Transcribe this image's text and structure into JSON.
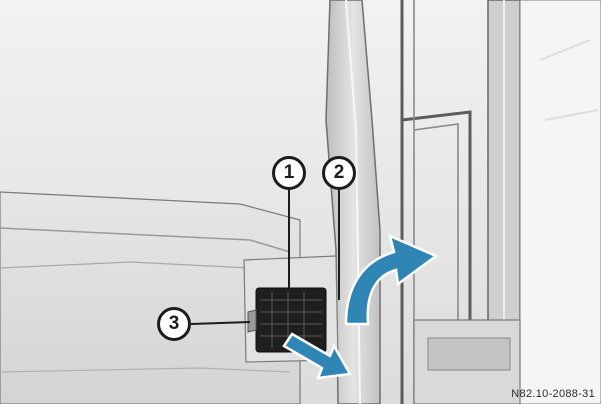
{
  "callouts": [
    {
      "number": "1",
      "target": "fuse-panel"
    },
    {
      "number": "2",
      "target": "cover-edge"
    },
    {
      "number": "3",
      "target": "release-tab"
    }
  ],
  "reference_code": "N82.10-2088-31",
  "colors": {
    "arrow": "#2f86b5",
    "arrow_outline": "#ffffff",
    "background": "#ececec",
    "line_art": "#3c3c3c",
    "fuse_block": "#1f1f1f"
  },
  "arrows": [
    {
      "name": "swing-out-arrow",
      "direction": "up-right"
    },
    {
      "name": "pull-down-arrow",
      "direction": "down-right"
    }
  ]
}
